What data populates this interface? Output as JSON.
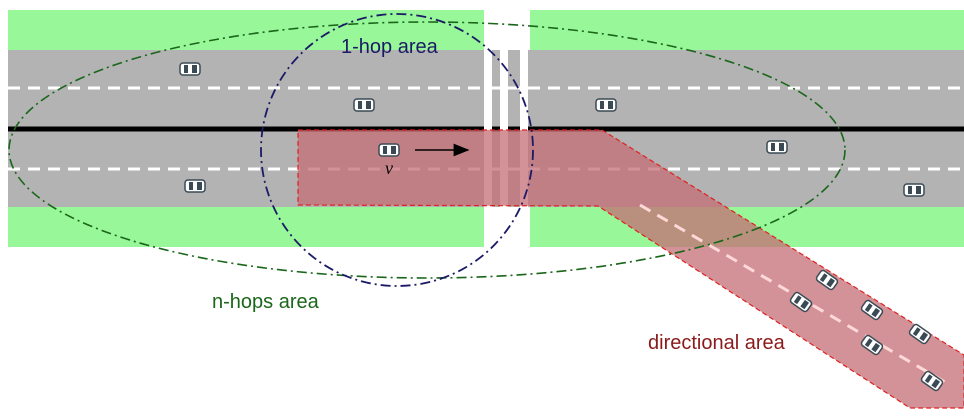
{
  "labels": {
    "one_hop": "1-hop area",
    "n_hops": "n-hops area",
    "directional": "directional area",
    "velocity": "v"
  },
  "colors": {
    "grass": "#98f798",
    "road": "#b3b3b3",
    "lane_dash": "#ffffff",
    "divider": "#000000",
    "one_hop": "#1a1a66",
    "n_hops": "#1a661a",
    "directional_fill": "#c46e74",
    "directional_stroke": "#e02020",
    "directional_text": "#8b1a1a",
    "car_body": "#ffffff",
    "car_window": "#3a4a55"
  },
  "icons": {
    "car": "car-icon",
    "arrow": "arrow-right-icon"
  }
}
